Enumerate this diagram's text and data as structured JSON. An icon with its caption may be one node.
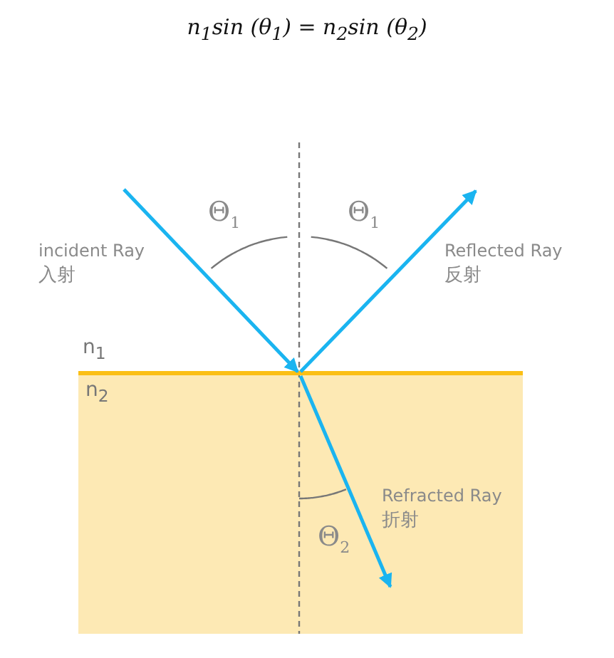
{
  "diagram": {
    "title": "n$_{1}$sin (θ$_{1}$) = n$_{2}$sin (θ$_{2}$)",
    "labels": [
      "Θ$_{1}$",
      "Θ$_{1}$",
      "incident Ray",
      "入射",
      "Reflected Ray",
      "反射",
      "n$_{1}$",
      "n$_{2}$",
      "Refracted Ray",
      "折射",
      "Θ$_{2}$"
    ]
  }
}
